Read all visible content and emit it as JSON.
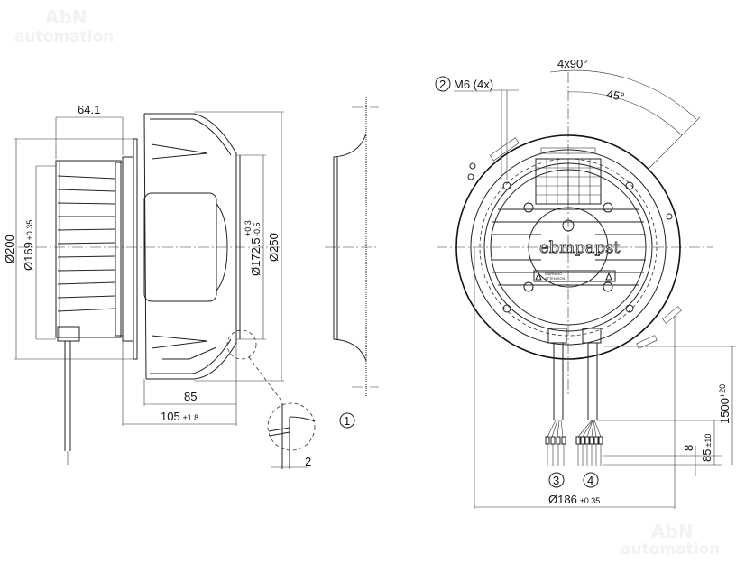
{
  "watermark": {
    "line1": "AbN",
    "line2": "automation"
  },
  "side_view": {
    "dim_depth_motor": "64.1",
    "dim_outer_dia": "Ø200",
    "dim_bolt_circle": "Ø169",
    "dim_bolt_circle_tol": "±0.35",
    "dim_inlet_dia": "Ø172.5",
    "dim_inlet_tol_upper": "+0.3",
    "dim_inlet_tol_lower": "-0.5",
    "dim_impeller_dia": "Ø250",
    "dim_depth_85": "85",
    "dim_total_depth": "105",
    "dim_total_depth_tol": "±1.8",
    "dim_gap": "2"
  },
  "callouts": {
    "c1": "1",
    "c2": "2",
    "c3": "3",
    "c4": "4",
    "thread_label": "M6 (4x)"
  },
  "front_view": {
    "angle_pattern": "4x90°",
    "angle_offset": "45°",
    "brand_logo": "ebmpapst",
    "warning_label_1": "WARNING",
    "warning_label_2": "ATTENTION",
    "dim_cable_length": "1500",
    "dim_cable_length_tol": "+20",
    "dim_strip_length": "85",
    "dim_strip_length_tol": "±10",
    "dim_ferrule": "8",
    "dim_flange_dia": "Ø186",
    "dim_flange_dia_tol": "±0.35"
  }
}
